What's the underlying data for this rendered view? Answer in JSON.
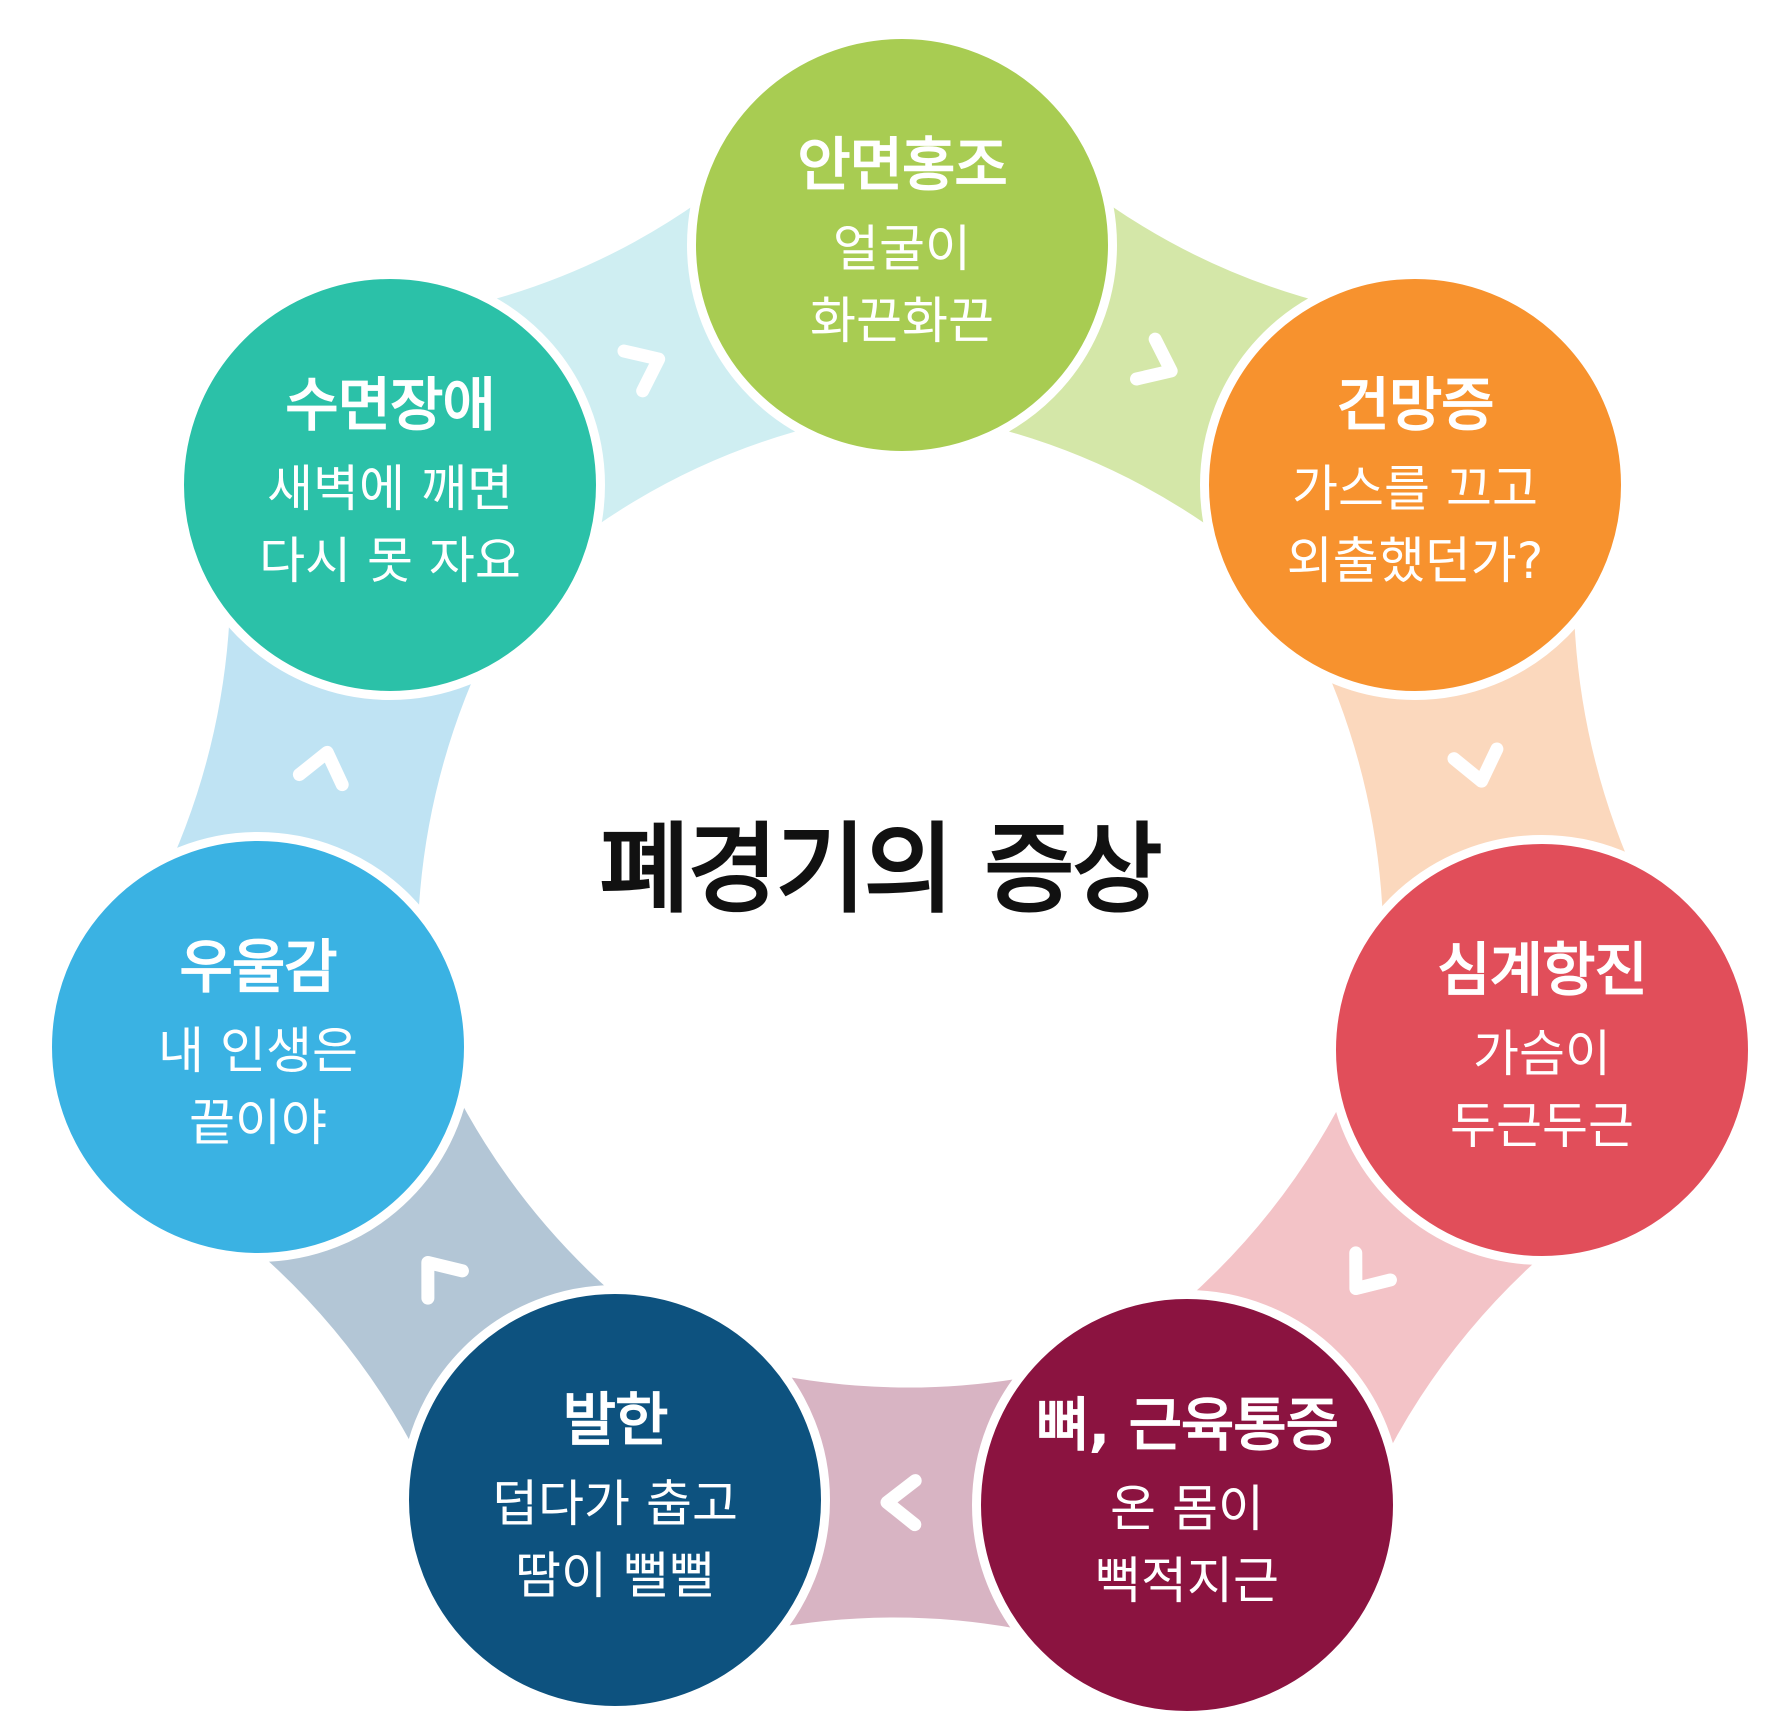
{
  "title": "폐경기의 증상",
  "items": [
    {
      "title": "안면홍조",
      "line1": "얼굴이",
      "line2": "화끈화끈",
      "color": "#a8cc52",
      "connector_color": "#d4e7a8"
    },
    {
      "title": "건망증",
      "line1": "가스를 끄고",
      "line2": "외출했던가?",
      "color": "#f7922e",
      "connector_color": "#fbd8bd"
    },
    {
      "title": "심계항진",
      "line1": "가슴이",
      "line2": "두근두근",
      "color": "#e14e5a",
      "connector_color": "#f3c3c7"
    },
    {
      "title": "뼈, 근육통증",
      "line1": "온 몸이",
      "line2": "뻑적지근",
      "color": "#8b1340",
      "connector_color": "#d8b4c3"
    },
    {
      "title": "발한",
      "line1": "덥다가 춥고",
      "line2": "땀이 뻘뻘",
      "color": "#0d527f",
      "connector_color": "#b3c6d6"
    },
    {
      "title": "우울감",
      "line1": "내 인생은",
      "line2": "끝이야",
      "color": "#3ab2e3",
      "connector_color": "#bfe3f3"
    },
    {
      "title": "수면장애",
      "line1": "새벽에 깨면",
      "line2": "다시 못 자요",
      "color": "#2bc1a8",
      "connector_color": "#cfeef2"
    }
  ],
  "connector_icon": "chevron-icon"
}
